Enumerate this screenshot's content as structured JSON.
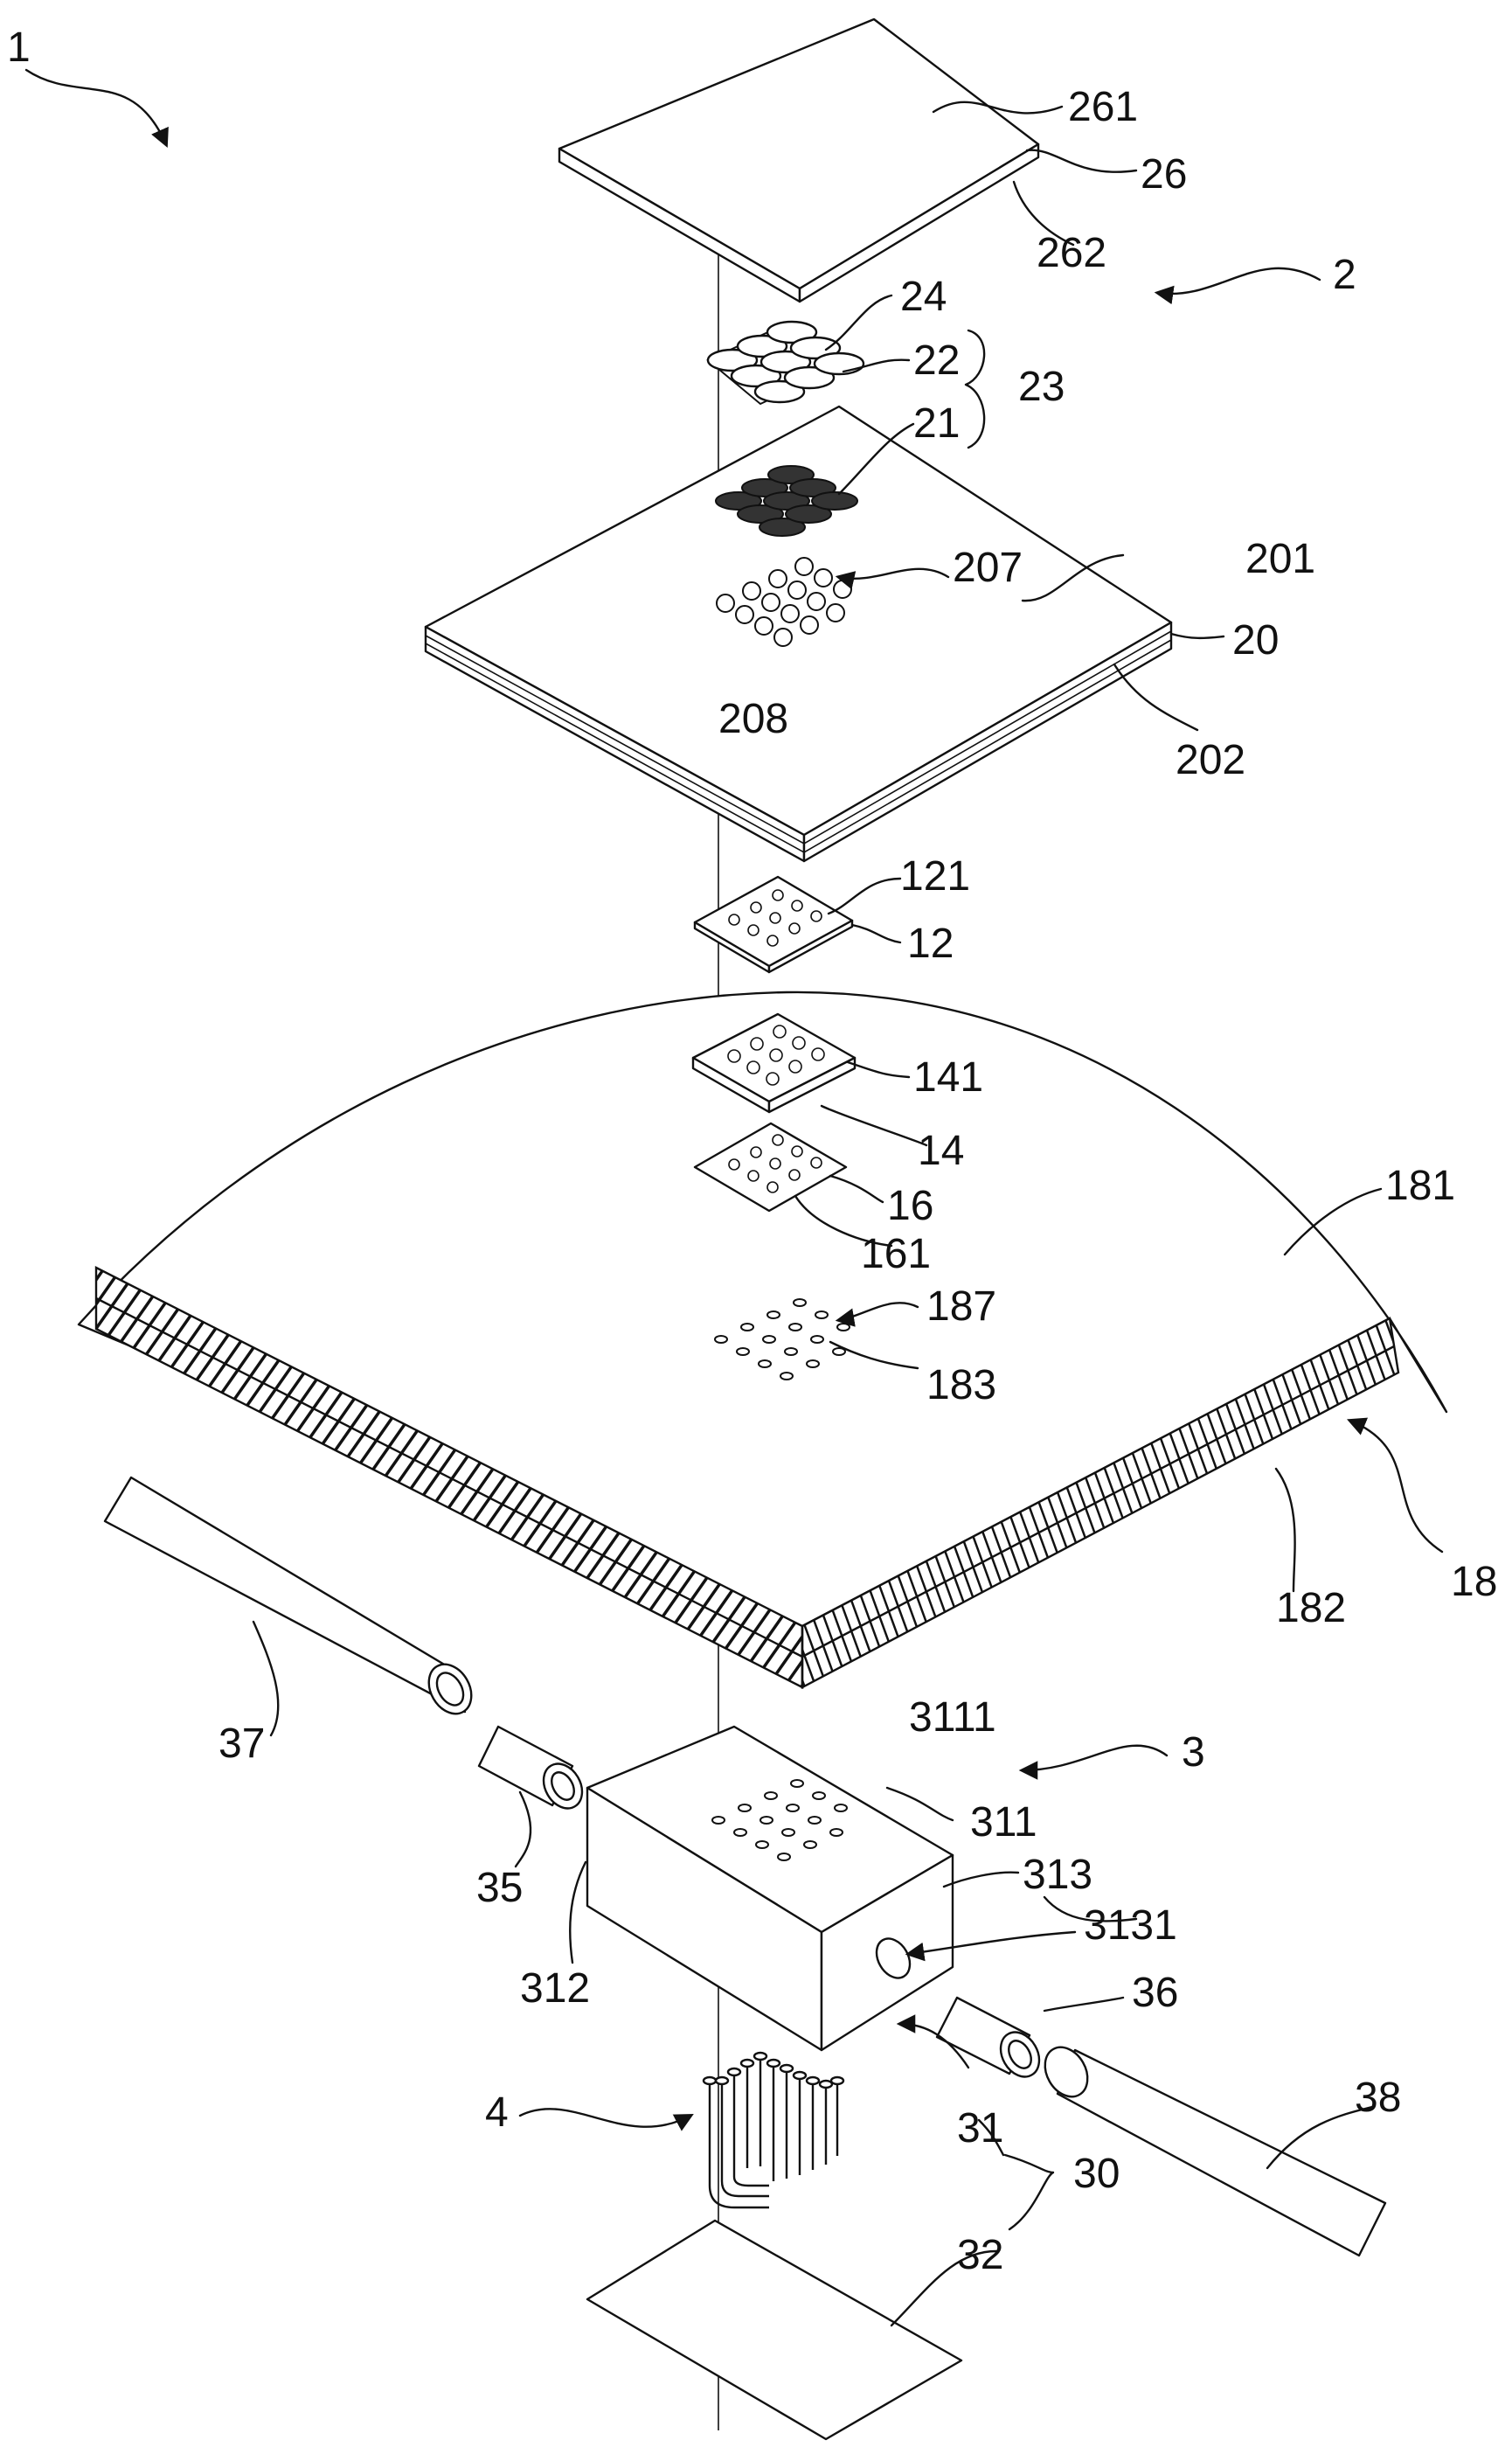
{
  "figure": {
    "labels": {
      "l1": "1",
      "l261": "261",
      "l26": "26",
      "l262": "262",
      "l2": "2",
      "l24": "24",
      "l22": "22",
      "l23": "23",
      "l21": "21",
      "l207": "207",
      "l201": "201",
      "l20": "20",
      "l208": "208",
      "l202": "202",
      "l121": "121",
      "l12": "12",
      "l141": "141",
      "l14": "14",
      "l16": "16",
      "l161": "161",
      "l181": "181",
      "l187": "187",
      "l183": "183",
      "l18": "18",
      "l182": "182",
      "l37": "37",
      "l35": "35",
      "l3111": "3111",
      "l3": "3",
      "l311": "311",
      "l313": "313",
      "l3131": "3131",
      "l312": "312",
      "l36": "36",
      "l38": "38",
      "l4": "4",
      "l31": "31",
      "l30": "30",
      "l32": "32"
    }
  }
}
